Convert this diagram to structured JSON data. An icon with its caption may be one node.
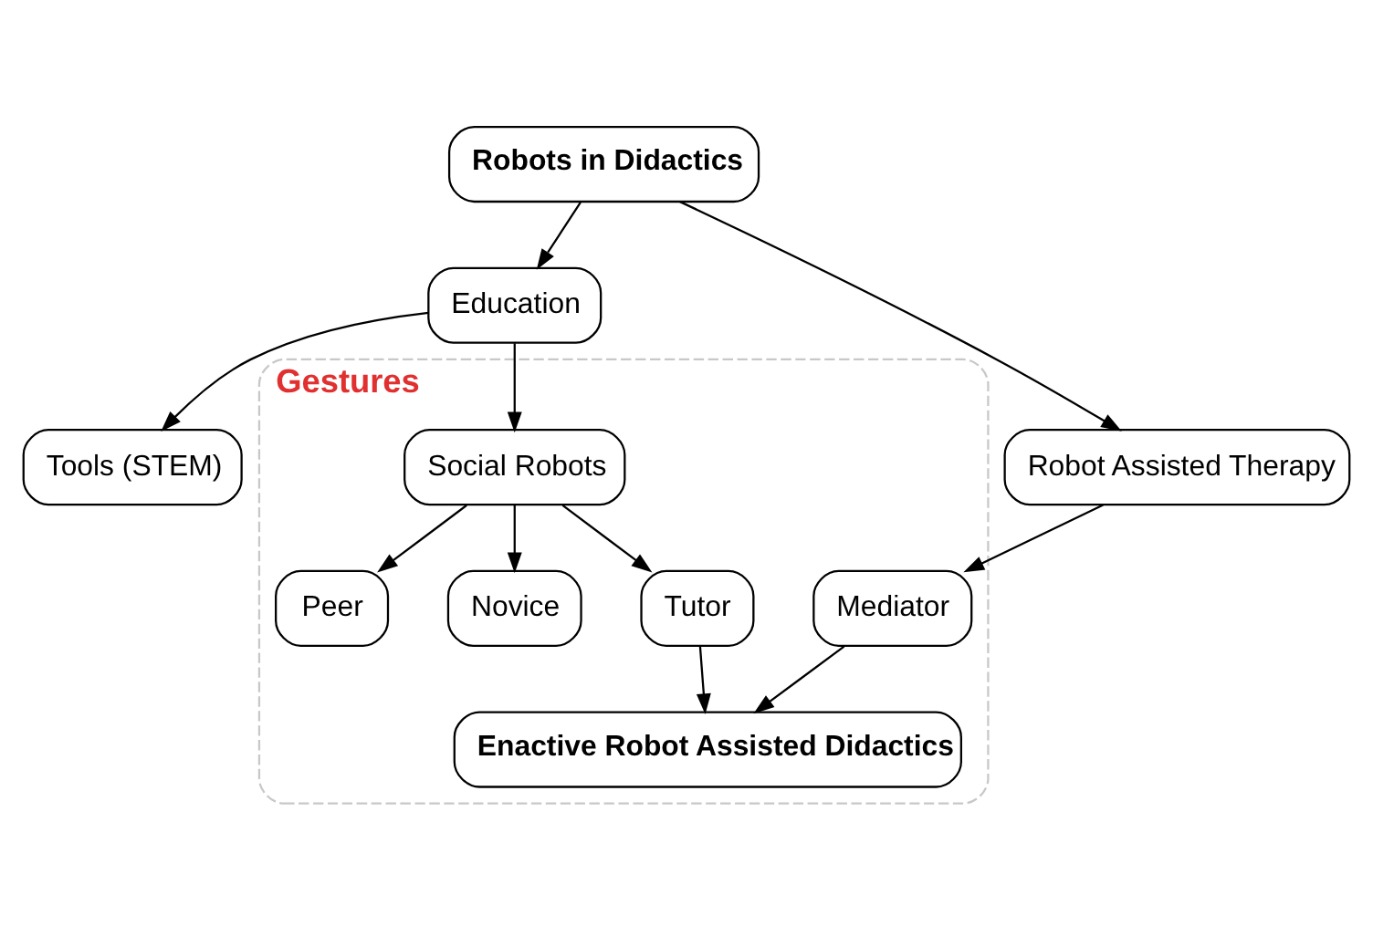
{
  "diagram": {
    "nodes": [
      {
        "text": [
          "Robots in Didactics"
        ]
      },
      {
        "text": [
          "Education"
        ]
      },
      {
        "text": [
          "Robot Assisted Therapy"
        ]
      },
      {
        "text": [
          "Tools (STEM)"
        ]
      },
      {
        "text": [
          "Gestures"
        ]
      },
      {
        "text": [
          "Social Robots"
        ],
        "in": 4
      },
      {
        "text": [
          "Peer"
        ],
        "in": 4
      },
      {
        "text": [
          "Novice"
        ],
        "in": 4
      },
      {
        "text": [
          "Tutor"
        ],
        "in": 4
      },
      {
        "text": [
          "Mediator"
        ],
        "in": 4
      },
      {
        "text": [
          "Enactive Robot Assisted Didactics"
        ],
        "in": 4
      }
    ],
    "edges": [
      {
        "from": 0,
        "to": 1,
        "arrow": "to"
      },
      {
        "from": 0,
        "to": 2,
        "arrow": "to"
      },
      {
        "from": 1,
        "to": 3,
        "arrow": "to"
      },
      {
        "from": 1,
        "to": 5,
        "arrow": "to"
      },
      {
        "from": 5,
        "to": 6,
        "arrow": "to"
      },
      {
        "from": 5,
        "to": 7,
        "arrow": "to"
      },
      {
        "from": 5,
        "to": 8,
        "arrow": "to"
      },
      {
        "from": 2,
        "to": 9,
        "arrow": "to"
      },
      {
        "from": 8,
        "to": 10,
        "arrow": "to"
      },
      {
        "from": 9,
        "to": 10,
        "arrow": "to"
      }
    ]
  }
}
